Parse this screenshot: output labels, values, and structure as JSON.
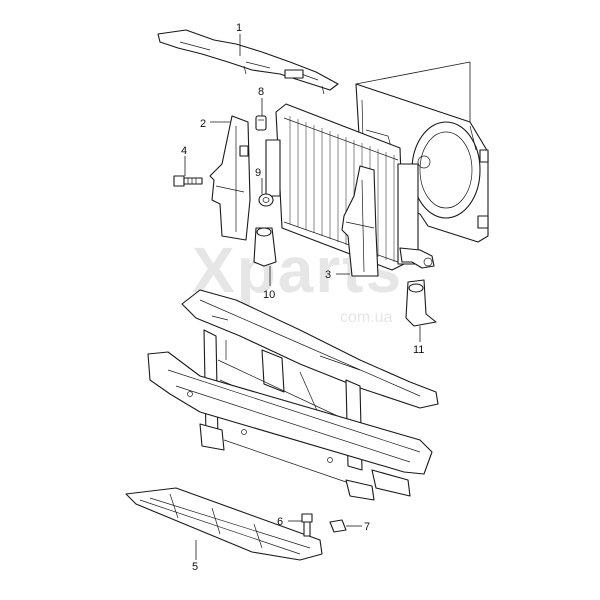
{
  "watermark": {
    "main": "Xparts",
    "sub": "com.ua"
  },
  "callouts": [
    "1",
    "2",
    "3",
    "4",
    "5",
    "6",
    "7",
    "8",
    "9",
    "10",
    "11"
  ]
}
